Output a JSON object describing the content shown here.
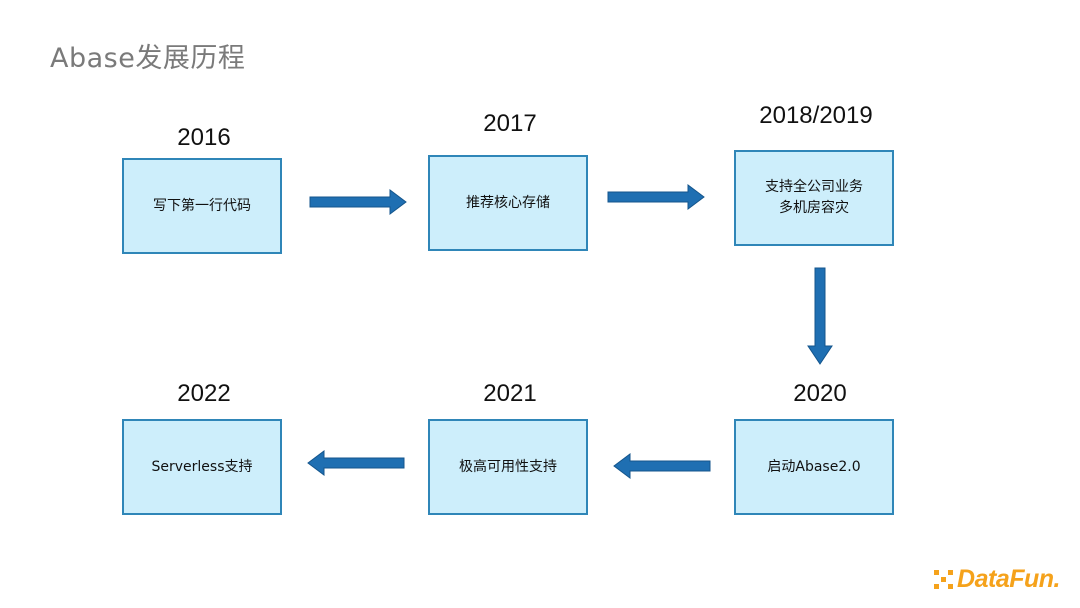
{
  "title": "Abase发展历程",
  "milestones": [
    {
      "year": "2016",
      "lines": [
        "写下第一行代码"
      ]
    },
    {
      "year": "2017",
      "lines": [
        "推荐核心存储"
      ]
    },
    {
      "year": "2018/2019",
      "lines": [
        "支持全公司业务",
        "多机房容灾"
      ]
    },
    {
      "year": "2020",
      "lines": [
        "启动Abase2.0"
      ]
    },
    {
      "year": "2021",
      "lines": [
        "极高可用性支持"
      ]
    },
    {
      "year": "2022",
      "lines": [
        "Serverless支持"
      ]
    }
  ],
  "logo": {
    "text": "DataFun.",
    "icon": "datafun-dots-icon"
  },
  "colors": {
    "box_fill": "#cdeefb",
    "box_border": "#2f86b8",
    "arrow": "#1f6fb2",
    "title": "#7a7a7a",
    "logo": "#f5a21b"
  }
}
